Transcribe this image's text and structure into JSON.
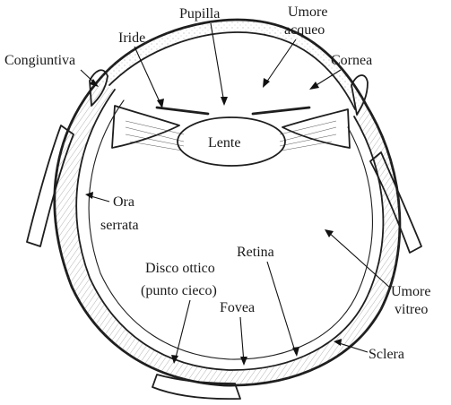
{
  "labels": {
    "pupilla": "Pupilla",
    "umore_acqueo_1": "Umore",
    "umore_acqueo_2": "acqueo",
    "iride": "Iride",
    "congiuntiva": "Congiuntiva",
    "cornea": "Cornea",
    "lente": "Lente",
    "ora_serrata_1": "Ora",
    "ora_serrata_2": "serrata",
    "retina": "Retina",
    "disco_ottico_1": "Disco ottico",
    "disco_ottico_2": "(punto cieco)",
    "umore_vitreo_1": "Umore",
    "umore_vitreo_2": "vitreo",
    "fovea": "Fovea",
    "sclera": "Sclera"
  },
  "colors": {
    "ink": "#1e1e1e",
    "background": "#ffffff"
  }
}
